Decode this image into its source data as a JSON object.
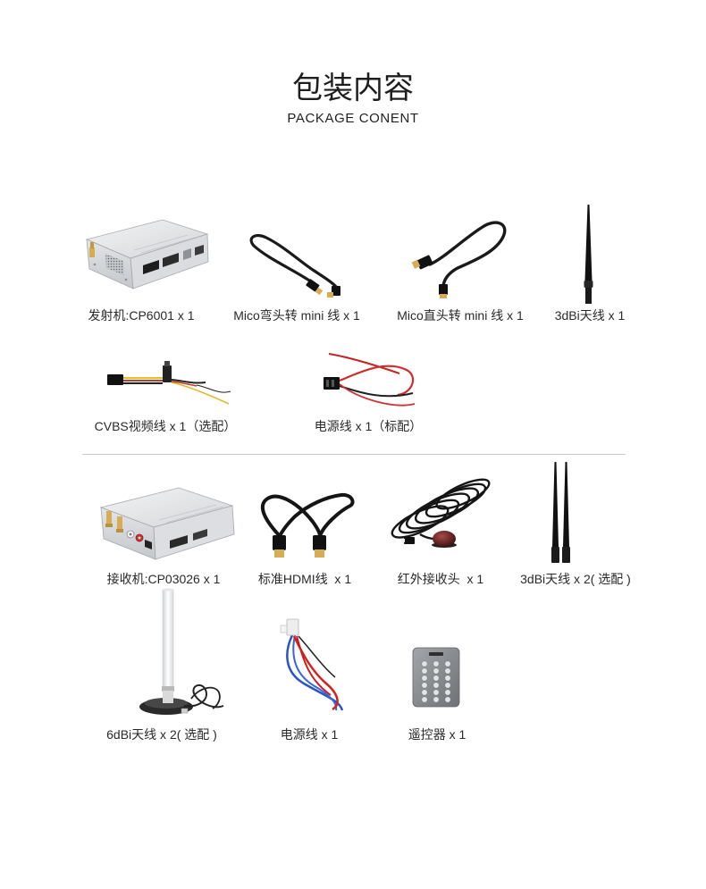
{
  "header": {
    "title": "包装内容",
    "subtitle": "PACKAGE CONENT"
  },
  "transmitter_kit": {
    "items": [
      {
        "label": "发射机:CP6001 x 1",
        "image": "transmitter-box-icon"
      },
      {
        "label": "Mico弯头转 mini 线 x 1",
        "image": "bent-mini-hdmi-cable-icon"
      },
      {
        "label": "Mico直头转 mini 线 x 1",
        "image": "straight-mini-hdmi-cable-icon"
      },
      {
        "label": "3dBi天线 x 1",
        "image": "antenna-icon"
      },
      {
        "label": "CVBS视频线 x 1（选配）",
        "image": "cvbs-cable-icon"
      },
      {
        "label": "电源线 x 1（标配）",
        "image": "power-cable-icon"
      }
    ]
  },
  "receiver_kit": {
    "items": [
      {
        "label": "接收机:CP03026 x 1",
        "image": "receiver-box-icon"
      },
      {
        "label": "标准HDMI线  x 1",
        "image": "hdmi-cable-icon"
      },
      {
        "label": "红外接收头  x 1",
        "image": "ir-receiver-icon"
      },
      {
        "label": "3dBi天线 x 2( 选配 )",
        "image": "dual-antenna-icon"
      },
      {
        "label": "6dBi天线 x 2( 选配 )",
        "image": "magnetic-base-antenna-icon"
      },
      {
        "label": "电源线 x 1",
        "image": "power-cable-icon"
      },
      {
        "label": "遥控器 x 1",
        "image": "remote-control-icon"
      }
    ]
  },
  "colors": {
    "text": "#222222",
    "divider": "#c9c9c9",
    "metal": "#d9dbde",
    "gold": "#d6ad52"
  }
}
